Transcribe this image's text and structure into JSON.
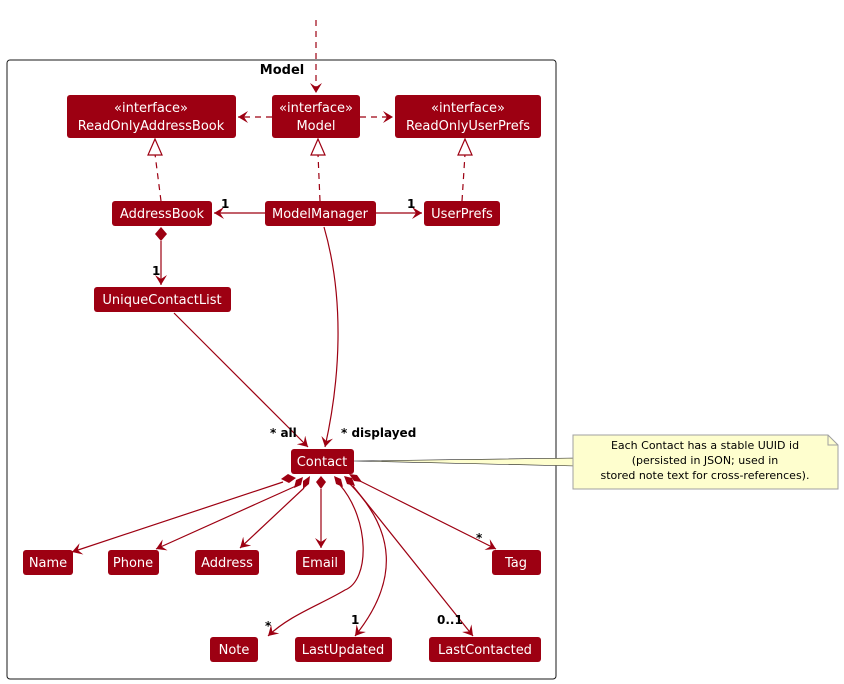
{
  "package": {
    "title": "Model"
  },
  "colors": {
    "class_fill": "#9d0012",
    "class_text": "#ffffff",
    "note_fill": "#fefece",
    "note_border": "#a0a0a0"
  },
  "classes": {
    "readOnlyAddressBook": {
      "stereotype": "«interface»",
      "name": "ReadOnlyAddressBook"
    },
    "model": {
      "stereotype": "«interface»",
      "name": "Model"
    },
    "readOnlyUserPrefs": {
      "stereotype": "«interface»",
      "name": "ReadOnlyUserPrefs"
    },
    "addressBook": {
      "name": "AddressBook"
    },
    "modelManager": {
      "name": "ModelManager"
    },
    "userPrefs": {
      "name": "UserPrefs"
    },
    "uniqueContactList": {
      "name": "UniqueContactList"
    },
    "contact": {
      "name": "Contact"
    },
    "name": {
      "name": "Name"
    },
    "phone": {
      "name": "Phone"
    },
    "address": {
      "name": "Address"
    },
    "email": {
      "name": "Email"
    },
    "tag": {
      "name": "Tag"
    },
    "note": {
      "name": "Note"
    },
    "lastUpdated": {
      "name": "LastUpdated"
    },
    "lastContacted": {
      "name": "LastContacted"
    }
  },
  "multiplicities": {
    "mm_to_ab": "1",
    "mm_to_up": "1",
    "ab_to_ucl": "1",
    "ucl_to_contact": "* all",
    "mm_to_contact": "* displayed",
    "contact_to_tag": "*",
    "contact_to_note": "*",
    "contact_to_lastUpdated": "1",
    "contact_to_lastContacted": "0..1"
  },
  "note": {
    "lines": [
      "Each Contact has a stable UUID id",
      "(persisted in JSON; used in",
      "stored note text for cross-references)."
    ]
  }
}
